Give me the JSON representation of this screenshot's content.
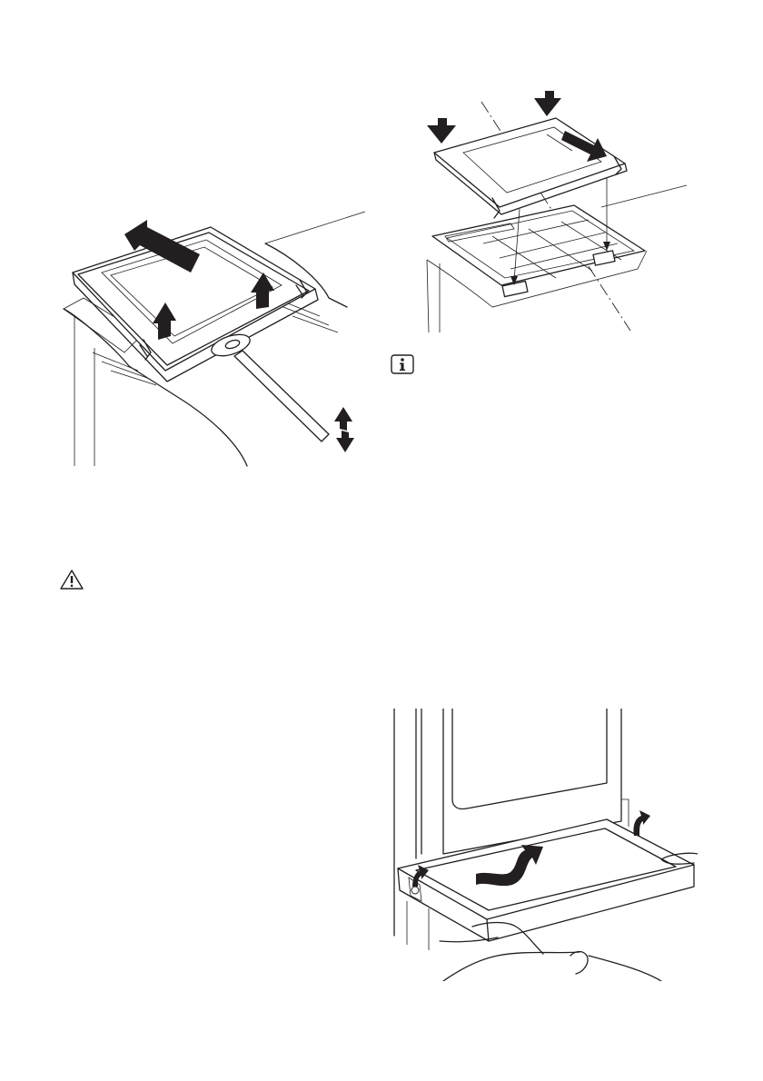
{
  "figures": {
    "door_panel_lift": {
      "icon": "door-lift-illustration"
    },
    "door_glass_reinstall": {
      "icon": "glass-panel-illustration"
    },
    "drawer_remove": {
      "icon": "drawer-removal-illustration"
    }
  },
  "notes": {
    "info_icon": {
      "icon": "info-icon"
    },
    "warning_icon": {
      "icon": "warning-triangle-icon"
    }
  }
}
